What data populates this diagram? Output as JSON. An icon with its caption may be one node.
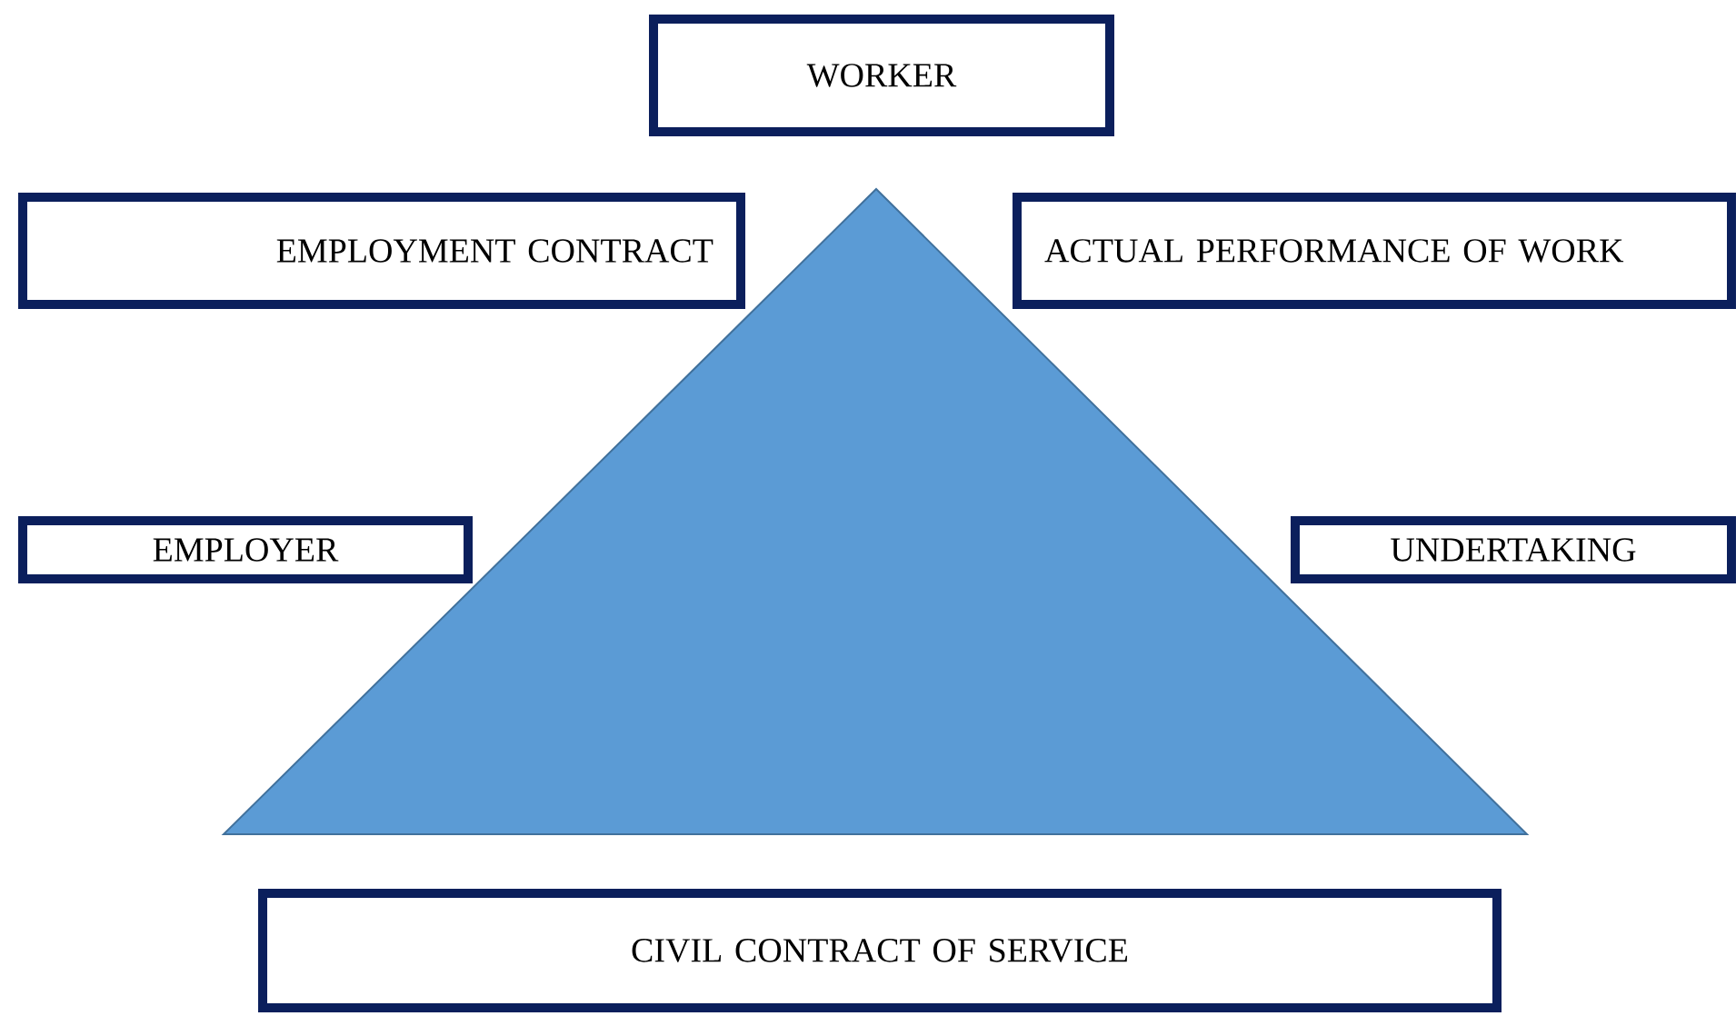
{
  "diagram": {
    "nodes": [
      {
        "text": [
          "WORKER"
        ]
      },
      {
        "text": [
          "EMPLOYMENT CONTRACT"
        ]
      },
      {
        "text": [
          "ACTUAL PERFORMANCE OF WORK"
        ]
      },
      {
        "text": [
          "EMPLOYER"
        ]
      },
      {
        "text": [
          "UNDERTAKING"
        ]
      },
      {
        "text": [
          "CIVIL CONTRACT OF SERVICE"
        ]
      }
    ]
  }
}
